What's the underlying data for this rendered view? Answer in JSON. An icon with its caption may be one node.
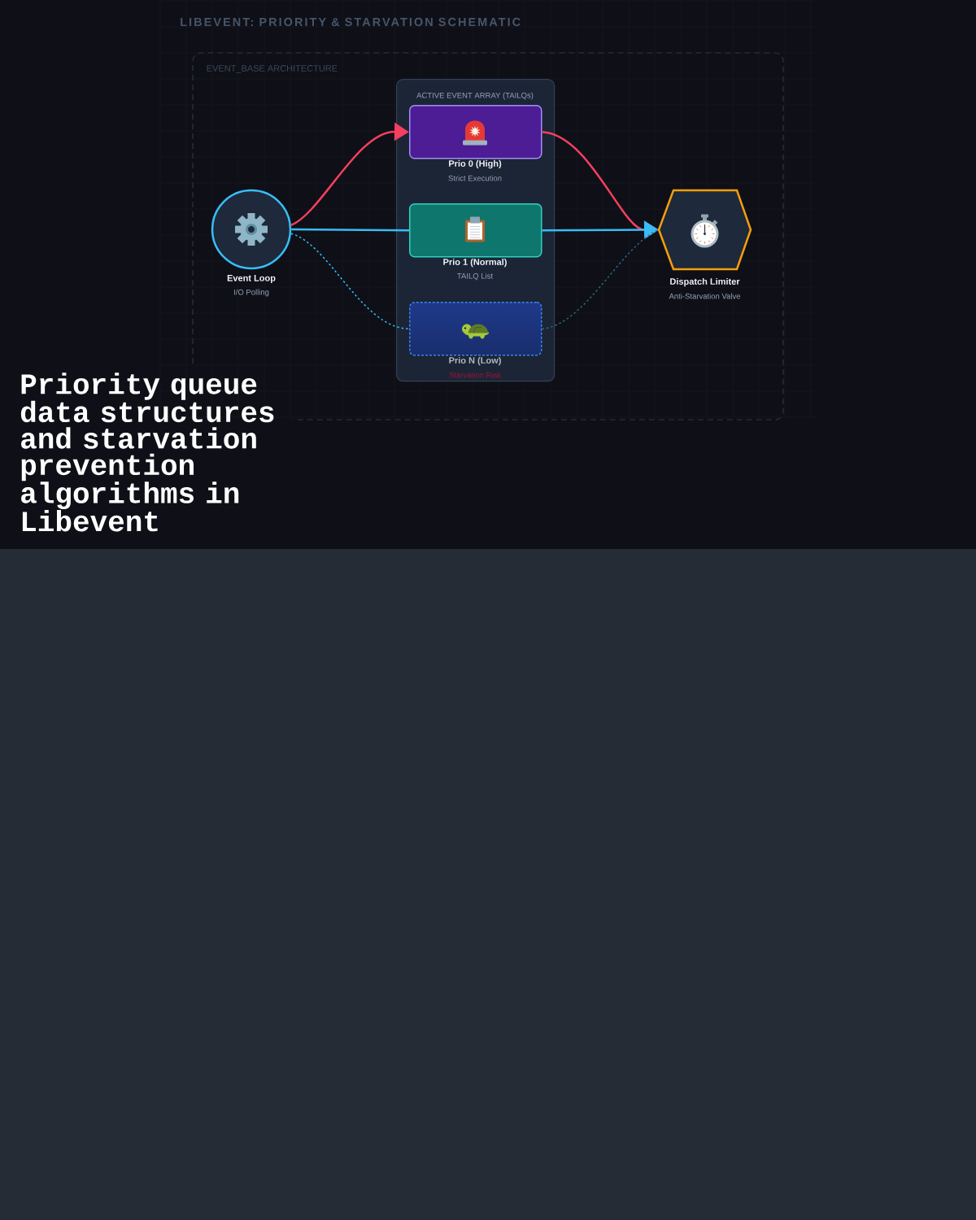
{
  "diagram": {
    "title": "LIBEVENT: PRIORITY & STARVATION SCHEMATIC",
    "caption": "Priority queue data structures and starvation prevention algorithms in Libevent",
    "nodes": [
      {
        "text": [
          "EVENT_BASE ARCHITECTURE"
        ]
      },
      {
        "text": [
          "Event Loop",
          "I/O Polling"
        ],
        "in": 0
      },
      {
        "text": [
          "ACTIVE EVENT ARRAY (TAILQs)"
        ],
        "in": 0
      },
      {
        "text": [
          "Prio 0 (High)",
          "Strict Execution"
        ],
        "in": 2
      },
      {
        "text": [
          "Prio 1 (Normal)",
          "TAILQ List"
        ],
        "in": 2
      },
      {
        "text": [
          "Prio N (Low)",
          "Starvation Risk"
        ],
        "in": 2
      },
      {
        "text": [
          "Dispatch Limiter",
          "Anti-Starvation Valve"
        ],
        "in": 0
      }
    ],
    "edges": [
      {
        "from": 1,
        "to": 3,
        "arrow": "to",
        "color": "#f43f5e"
      },
      {
        "from": 1,
        "to": 4,
        "arrow": "none"
      },
      {
        "from": 1,
        "to": 5,
        "arrow": "none",
        "style": "dashed"
      },
      {
        "from": 3,
        "to": 6,
        "arrow": "to",
        "color": "#f43f5e"
      },
      {
        "from": 4,
        "to": 6,
        "arrow": "to"
      },
      {
        "from": 5,
        "to": 6,
        "arrow": "none",
        "style": "dashed",
        "color": "#2b6a8c"
      }
    ]
  }
}
